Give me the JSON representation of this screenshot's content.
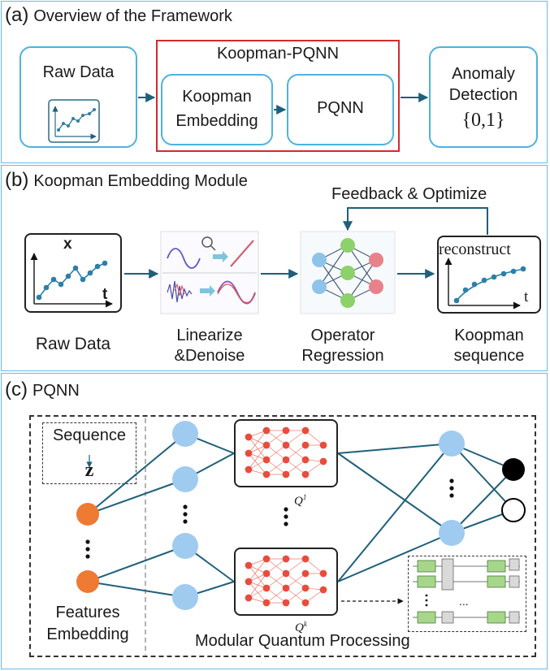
{
  "panel_a": {
    "label": "(a)",
    "title": "Overview of the Framework",
    "raw_data": "Raw Data",
    "koopman_pqnn": "Koopman-PQNN",
    "koopman_embedding_line1": "Koopman",
    "koopman_embedding_line2": "Embedding",
    "pqnn": "PQNN",
    "anomaly_line1": "Anomaly",
    "anomaly_line2": "Detection",
    "anomaly_set": "{0,1}"
  },
  "panel_b": {
    "label": "(b)",
    "title": "Koopman Embedding Module",
    "feedback": "Feedback & Optimize",
    "x_var": "x",
    "t_var": "t",
    "reconstruct": "reconstruct",
    "raw_data": "Raw Data",
    "linearize_line1": "Linearize",
    "linearize_line2": "&Denoise",
    "operator_line1": "Operator",
    "operator_line2": "Regression",
    "koopman_line1": "Koopman",
    "koopman_line2": "sequence"
  },
  "panel_c": {
    "label": "(c)",
    "title": "PQNN",
    "sequence": "Sequence",
    "z_var": "z",
    "q1": "Q",
    "q1_sup": "1",
    "qk": "Q",
    "qk_sup": "k",
    "features_line1": "Features",
    "features_line2": "Embedding",
    "modular": "Modular Quantum Processing",
    "ellipsis": "..."
  },
  "colors": {
    "panel_border": "#6fb7e6",
    "box_border": "#4db3df",
    "red_border": "#d42a2a",
    "arrow": "#1f5f7a",
    "node_blue": "#9fcbf0",
    "node_orange": "#ee7a33",
    "node_green": "#8dd16a",
    "node_red": "#e8828a",
    "net_red": "#e84c3d"
  }
}
